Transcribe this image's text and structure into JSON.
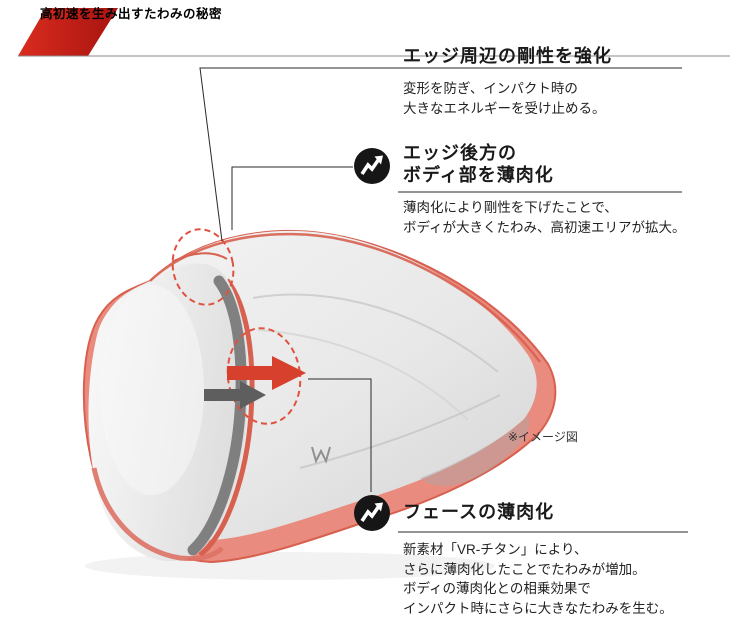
{
  "header": {
    "title": "高初速を生み出すたわみの秘密"
  },
  "image_note": "※イメージ図",
  "annotations": [
    {
      "id": "edge-rigidity",
      "title": "エッジ周辺の剛性を強化",
      "body_lines": [
        "変形を防ぎ、インパクト時の",
        "大きなエネルギーを受け止める。"
      ]
    },
    {
      "id": "edge-rear-body-thinning",
      "icon": "flex-arrow-icon",
      "title_lines": [
        "エッジ後方の",
        "ボディ部を薄肉化"
      ],
      "body_lines": [
        "薄肉化により剛性を下げたことで、",
        "ボディが大きくたわみ、高初速エリアが拡大。"
      ]
    },
    {
      "id": "face-thinning",
      "icon": "flex-arrow-icon",
      "title": "フェースの薄肉化",
      "body_lines": [
        "新素材「VR-チタン」により、",
        "さらに薄肉化したことでたわみが増加。",
        "ボディの薄肉化との相乗効果で",
        "インパクト時にさらに大きなたわみを生む。"
      ]
    }
  ],
  "colors": {
    "accent_red": "#c9201c",
    "highlight_salmon": "#e98b7f",
    "dashed_marker": "#e0513f"
  }
}
